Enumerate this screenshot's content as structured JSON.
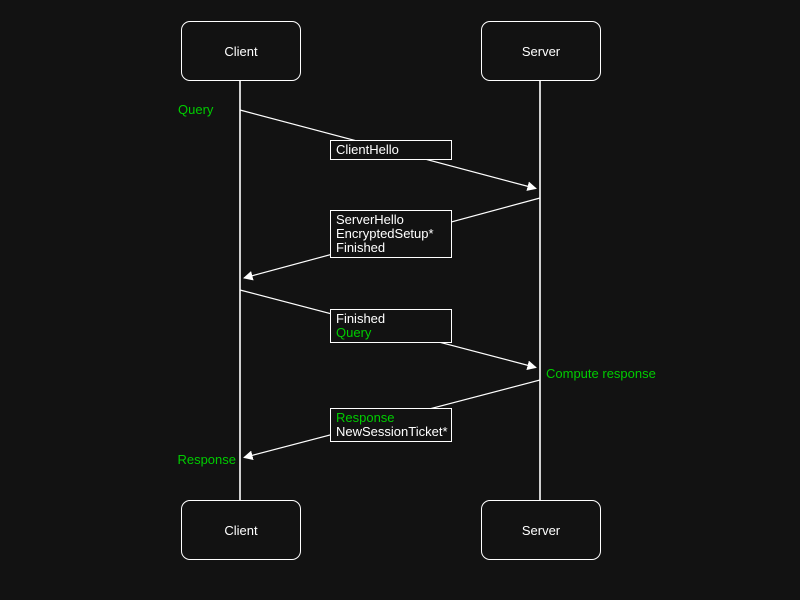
{
  "colors": {
    "background": "#121212",
    "foreground": "#ffffff",
    "accent_green": "#00cc00"
  },
  "actors": [
    {
      "id": "client",
      "label": "Client"
    },
    {
      "id": "server",
      "label": "Server"
    }
  ],
  "notes": [
    {
      "text": "Query",
      "color": "green",
      "side": "left-of-client"
    },
    {
      "text": "Compute response",
      "color": "green",
      "side": "right-of-server"
    },
    {
      "text": "Response",
      "color": "green",
      "side": "left-of-client"
    }
  ],
  "messages": [
    {
      "from": "Client",
      "to": "Server",
      "lines": [
        {
          "text": "ClientHello",
          "color": "white"
        }
      ]
    },
    {
      "from": "Server",
      "to": "Client",
      "lines": [
        {
          "text": "ServerHello",
          "color": "white"
        },
        {
          "text": "EncryptedSetup*",
          "color": "white"
        },
        {
          "text": "Finished",
          "color": "white"
        }
      ]
    },
    {
      "from": "Client",
      "to": "Server",
      "lines": [
        {
          "text": "Finished",
          "color": "white"
        },
        {
          "text": "Query",
          "color": "green"
        }
      ]
    },
    {
      "from": "Server",
      "to": "Client",
      "lines": [
        {
          "text": "Response",
          "color": "green"
        },
        {
          "text": "NewSessionTicket*",
          "color": "white"
        }
      ]
    }
  ]
}
